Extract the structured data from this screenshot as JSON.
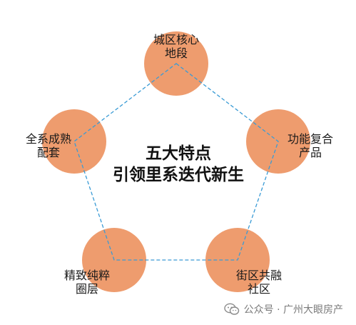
{
  "diagram": {
    "center": {
      "line1": "五大特点",
      "line2": "引领里系迭代新生"
    },
    "nodes": [
      {
        "id": "top",
        "lines": [
          "城区核心",
          "地段"
        ]
      },
      {
        "id": "right",
        "lines": [
          "功能复合",
          "产品"
        ]
      },
      {
        "id": "bottom-right",
        "lines": [
          "街区共融",
          "社区"
        ]
      },
      {
        "id": "bottom-left",
        "lines": [
          "精致纯粹",
          "圈层"
        ]
      },
      {
        "id": "left",
        "lines": [
          "全系成熟",
          "配套"
        ]
      }
    ],
    "colors": {
      "circle": "#ee9c6e",
      "pentagon_stroke": "#3a9bd5",
      "text": "#1a1a1a"
    }
  },
  "watermark": {
    "text": "公众号 · 广州大眼房产",
    "icon": "wechat-icon"
  }
}
